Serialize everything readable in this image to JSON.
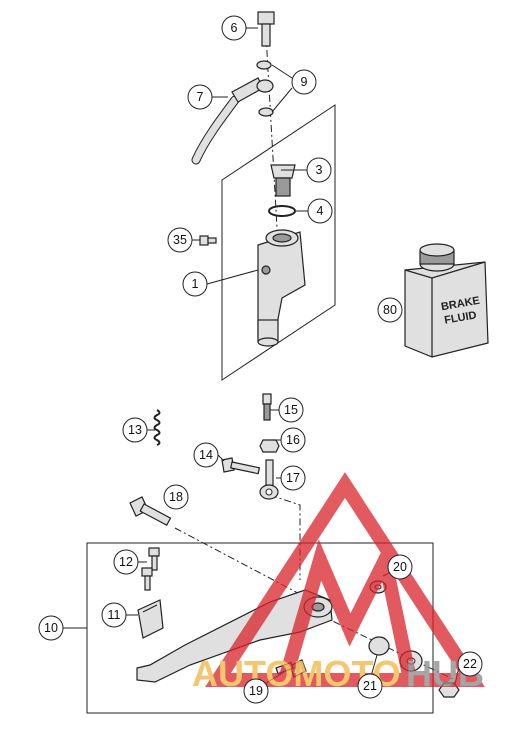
{
  "diagram": {
    "callouts": [
      "1",
      "3",
      "4",
      "6",
      "7",
      "9",
      "10",
      "11",
      "12",
      "13",
      "14",
      "15",
      "16",
      "17",
      "18",
      "19",
      "20",
      "21",
      "22",
      "35",
      "80"
    ]
  },
  "brake_fluid": {
    "line1": "BRAKE",
    "line2": "FLUID"
  },
  "watermark": {
    "word_part1": "AUTOMOTO",
    "word_part2": "HUB",
    "colors": {
      "logo_red": "#d9232a",
      "auto_orange": "#f2b33d",
      "hub_gray": "#888888"
    }
  }
}
